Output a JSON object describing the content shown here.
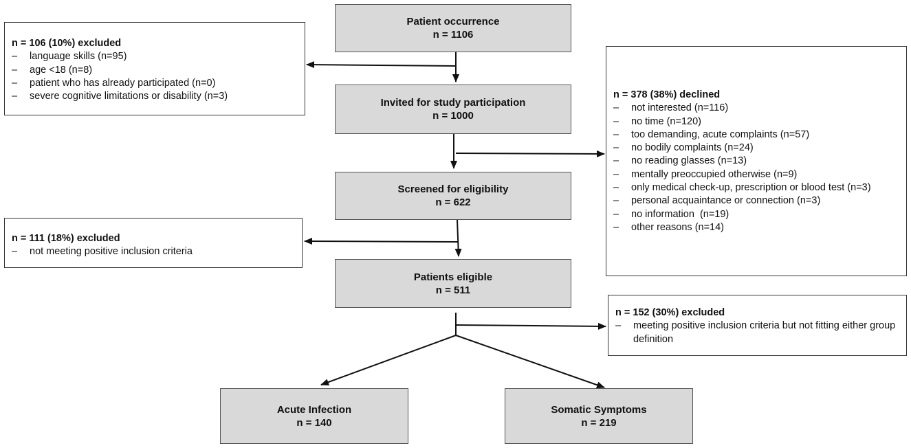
{
  "flow": {
    "occurrence": {
      "title": "Patient occurrence",
      "n": "n = 1106"
    },
    "invited": {
      "title": "Invited for study participation",
      "n": "n = 1000"
    },
    "screened": {
      "title": "Screened for eligibility",
      "n": "n = 622"
    },
    "eligible": {
      "title": "Patients eligible",
      "n": "n = 511"
    },
    "acute": {
      "title": "Acute Infection",
      "n": "n = 140"
    },
    "somatic": {
      "title": "Somatic Symptoms",
      "n": "n = 219"
    }
  },
  "excluded_106": {
    "header": "n = 106 (10%) excluded",
    "items": [
      "language skills (n=95)",
      "age <18 (n=8)",
      "patient who has already participated (n=0)",
      "severe cognitive limitations or disability (n=3)"
    ]
  },
  "declined_378": {
    "header": "n = 378 (38%) declined",
    "items": [
      "not interested (n=116)",
      "no time (n=120)",
      "too demanding, acute complaints (n=57)",
      "no bodily complaints (n=24)",
      "no reading glasses (n=13)",
      "mentally preoccupied otherwise (n=9)",
      "only medical check-up, prescription or blood test (n=3)",
      "personal acquaintance or connection (n=3)",
      "no information  (n=19)",
      "other reasons (n=14)"
    ]
  },
  "excluded_111": {
    "header": "n = 111 (18%) excluded",
    "items": [
      "not meeting positive inclusion criteria"
    ]
  },
  "excluded_152": {
    "header": "n = 152 (30%) excluded",
    "items": [
      "meeting positive inclusion criteria but not fitting either group definition"
    ]
  },
  "dash_symbol": "–"
}
